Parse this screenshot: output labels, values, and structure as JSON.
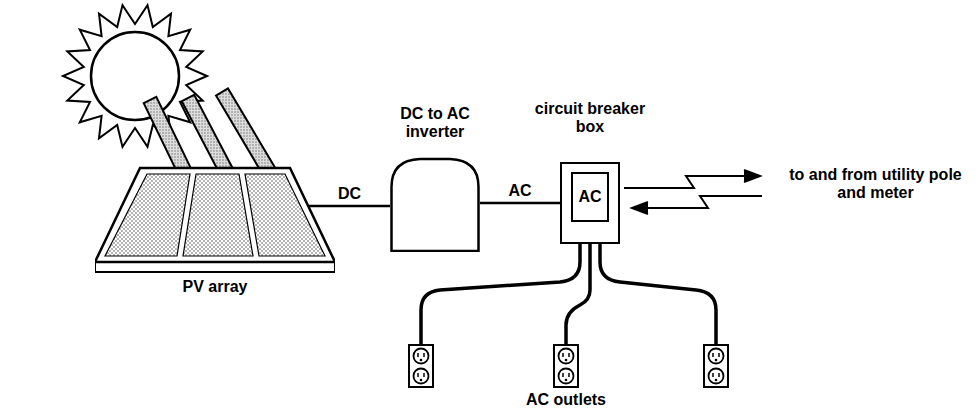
{
  "diagram": {
    "nodes": [
      {
        "text": [
          "PV array"
        ]
      },
      {
        "text": [
          "DC to AC inverter"
        ]
      },
      {
        "text": [
          "circuit breaker box",
          "AC"
        ]
      }
    ],
    "edges": [
      {
        "from": 0,
        "to": 1,
        "label": "DC",
        "arrow": "none"
      },
      {
        "from": 1,
        "to": 2,
        "label": "AC",
        "arrow": "none"
      }
    ],
    "labels": [
      "to and from utility pole and meter",
      "AC outlets"
    ]
  }
}
